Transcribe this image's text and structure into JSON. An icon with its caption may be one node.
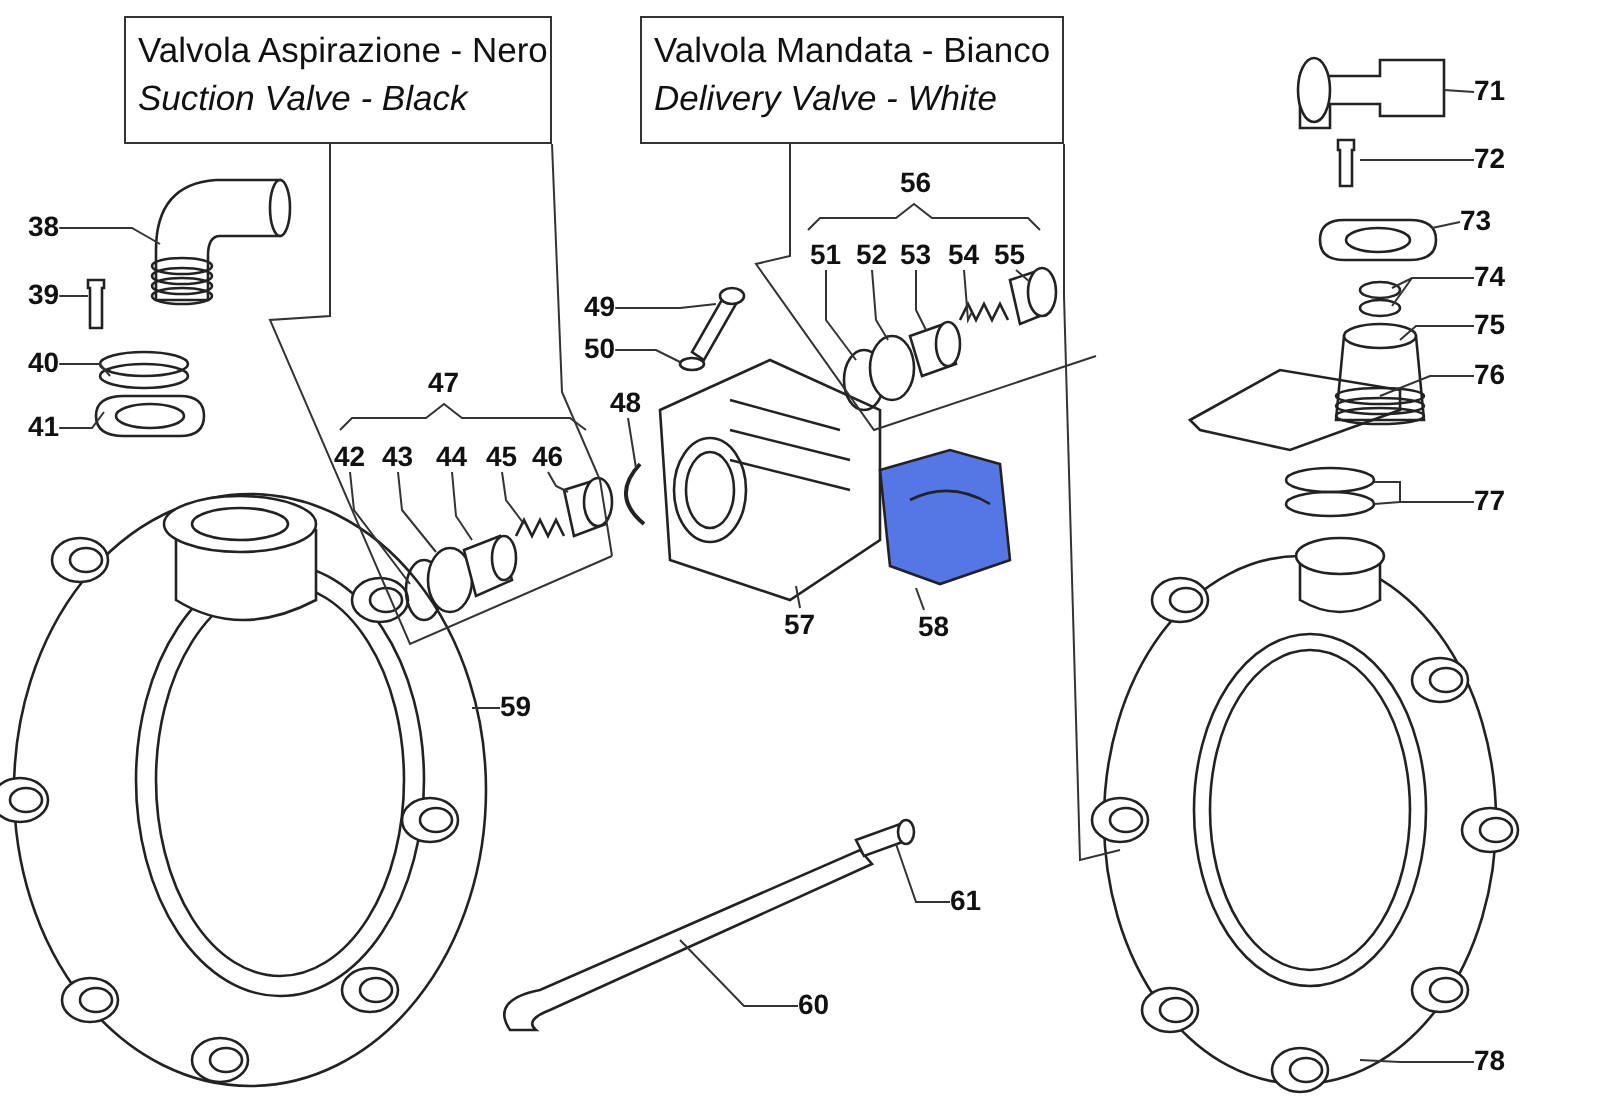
{
  "diagram": {
    "nodes": [
      {
        "text": [
          "Valvola Aspirazione - Nero",
          "Suction Valve - Black"
        ]
      },
      {
        "text": [
          "Valvola Mandata - Bianco",
          "Delivery Valve - White"
        ]
      },
      {
        "text": [
          "71"
        ]
      },
      {
        "text": [
          "72"
        ]
      },
      {
        "text": [
          "38"
        ]
      },
      {
        "text": [
          "73"
        ]
      },
      {
        "text": [
          "56"
        ]
      },
      {
        "text": [
          "39"
        ]
      },
      {
        "text": [
          "74"
        ]
      },
      {
        "text": [
          "49"
        ]
      },
      {
        "text": [
          "51"
        ]
      },
      {
        "text": [
          "52"
        ]
      },
      {
        "text": [
          "53"
        ]
      },
      {
        "text": [
          "54"
        ]
      },
      {
        "text": [
          "55"
        ]
      },
      {
        "text": [
          "75"
        ]
      },
      {
        "text": [
          "40"
        ]
      },
      {
        "text": [
          "50"
        ]
      },
      {
        "text": [
          "76"
        ]
      },
      {
        "text": [
          "41"
        ]
      },
      {
        "text": [
          "47"
        ]
      },
      {
        "text": [
          "48"
        ]
      },
      {
        "text": [
          "42"
        ]
      },
      {
        "text": [
          "43"
        ]
      },
      {
        "text": [
          "44"
        ]
      },
      {
        "text": [
          "45"
        ]
      },
      {
        "text": [
          "46"
        ]
      },
      {
        "text": [
          "77"
        ]
      },
      {
        "text": [
          "57"
        ]
      },
      {
        "text": [
          "58"
        ]
      },
      {
        "text": [
          "59"
        ]
      },
      {
        "text": [
          "61"
        ]
      },
      {
        "text": [
          "60"
        ]
      },
      {
        "text": [
          "78"
        ]
      }
    ],
    "edges": [
      {
        "from": 0,
        "to": null,
        "arrow": "none"
      },
      {
        "from": 0,
        "to": null,
        "arrow": "none"
      },
      {
        "from": 1,
        "to": null,
        "arrow": "none"
      },
      {
        "from": 1,
        "to": null,
        "arrow": "none"
      },
      {
        "from": 2,
        "to": null,
        "arrow": "none"
      },
      {
        "from": 3,
        "to": null,
        "arrow": "none"
      },
      {
        "from": 4,
        "to": null,
        "arrow": "none"
      },
      {
        "from": 5,
        "to": null,
        "arrow": "none"
      },
      {
        "from": 7,
        "to": null,
        "arrow": "none"
      },
      {
        "from": 8,
        "to": null,
        "arrow": "none"
      },
      {
        "from": 9,
        "to": null,
        "arrow": "none"
      },
      {
        "from": 10,
        "to": null,
        "arrow": "none"
      },
      {
        "from": 11,
        "to": null,
        "arrow": "none"
      },
      {
        "from": 12,
        "to": null,
        "arrow": "none"
      },
      {
        "from": 13,
        "to": null,
        "arrow": "none"
      },
      {
        "from": 14,
        "to": null,
        "arrow": "none"
      },
      {
        "from": 15,
        "to": null,
        "arrow": "none"
      },
      {
        "from": 16,
        "to": null,
        "arrow": "none"
      },
      {
        "from": 17,
        "to": null,
        "arrow": "none"
      },
      {
        "from": 18,
        "to": null,
        "arrow": "none"
      },
      {
        "from": 19,
        "to": null,
        "arrow": "none"
      },
      {
        "from": 21,
        "to": null,
        "arrow": "none"
      },
      {
        "from": 22,
        "to": null,
        "arrow": "none"
      },
      {
        "from": 23,
        "to": null,
        "arrow": "none"
      },
      {
        "from": 24,
        "to": null,
        "arrow": "none"
      },
      {
        "from": 25,
        "to": null,
        "arrow": "none"
      },
      {
        "from": 26,
        "to": null,
        "arrow": "none"
      },
      {
        "from": 27,
        "to": null,
        "arrow": "none"
      },
      {
        "from": 28,
        "to": null,
        "arrow": "none"
      },
      {
        "from": 29,
        "to": null,
        "arrow": "none"
      },
      {
        "from": 30,
        "to": null,
        "arrow": "none"
      },
      {
        "from": 31,
        "to": null,
        "arrow": "none"
      },
      {
        "from": 32,
        "to": null,
        "arrow": "none"
      },
      {
        "from": 33,
        "to": null,
        "arrow": "none"
      }
    ]
  }
}
